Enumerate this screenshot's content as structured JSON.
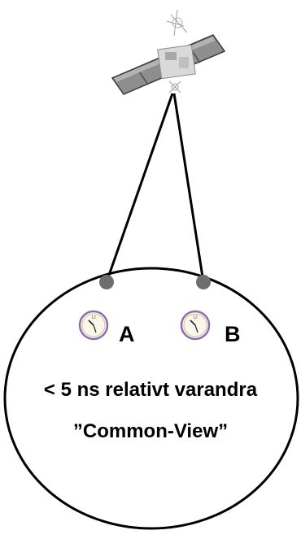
{
  "station_a": {
    "label": "A"
  },
  "station_b": {
    "label": "B"
  },
  "annotations": {
    "relative_text": "< 5 ns relativt varandra",
    "method_text": "”Common-View”"
  },
  "colors": {
    "panel": "#8e8e8e",
    "panel_dark": "#5c5c5c",
    "antenna_node": "#6e6e6e",
    "clock_face": "#fbf6ea",
    "clock_rim": "#8a6fb0",
    "line": "#000000"
  },
  "icons": {
    "satellite": "satellite-icon",
    "clock": "clock-icon"
  }
}
